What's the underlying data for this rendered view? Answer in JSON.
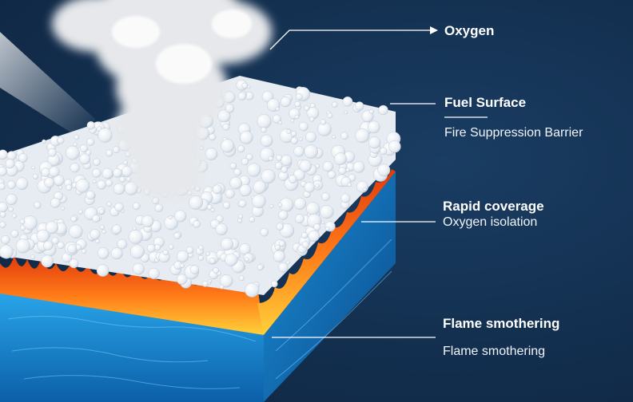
{
  "labels": {
    "oxygen": "Oxygen",
    "fuel_surface": "Fuel Surface",
    "fire_suppression_barrier": "Fire Suppression Barrier",
    "rapid_coverage": "Rapid coverage",
    "oxygen_isolation": "Oxygen isolation",
    "flame_smothering_title": "Flame smothering",
    "flame_smothering_sub": "Flame smothering"
  },
  "colors": {
    "background": "#12304f",
    "foam": "#eef2f6",
    "smoke": "#e4e6e9",
    "flame": "#ff5a14",
    "water": "#1d8fd6",
    "leader_line": "#ffffff"
  }
}
